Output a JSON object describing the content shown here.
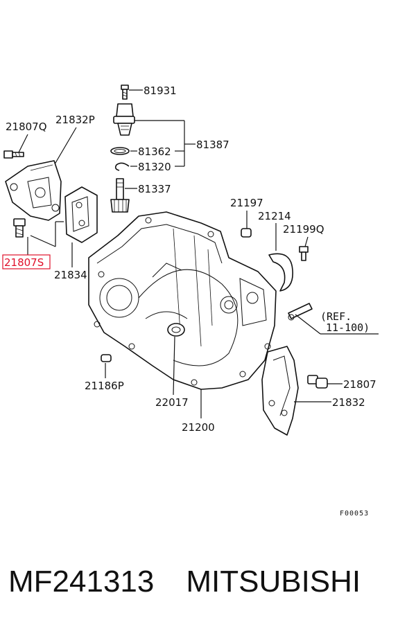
{
  "parts": {
    "p81931": "81931",
    "p81387": "81387",
    "p81362": "81362",
    "p81320": "81320",
    "p81337": "81337",
    "p21807Q": "21807Q",
    "p21832P": "21832P",
    "p21807S": "21807S",
    "p21834": "21834",
    "p21197": "21197",
    "p21214": "21214",
    "p21199Q": "21199Q",
    "p21186P": "21186P",
    "p22017": "22017",
    "p21200": "21200",
    "p21807": "21807",
    "p21832": "21832"
  },
  "reference": {
    "line1": "(REF.",
    "line2": "11-100)"
  },
  "figure_code": "F00053",
  "footer": {
    "part_number": "MF241313",
    "brand": "MITSUBISHI"
  },
  "highlight_color": "#e0102a"
}
